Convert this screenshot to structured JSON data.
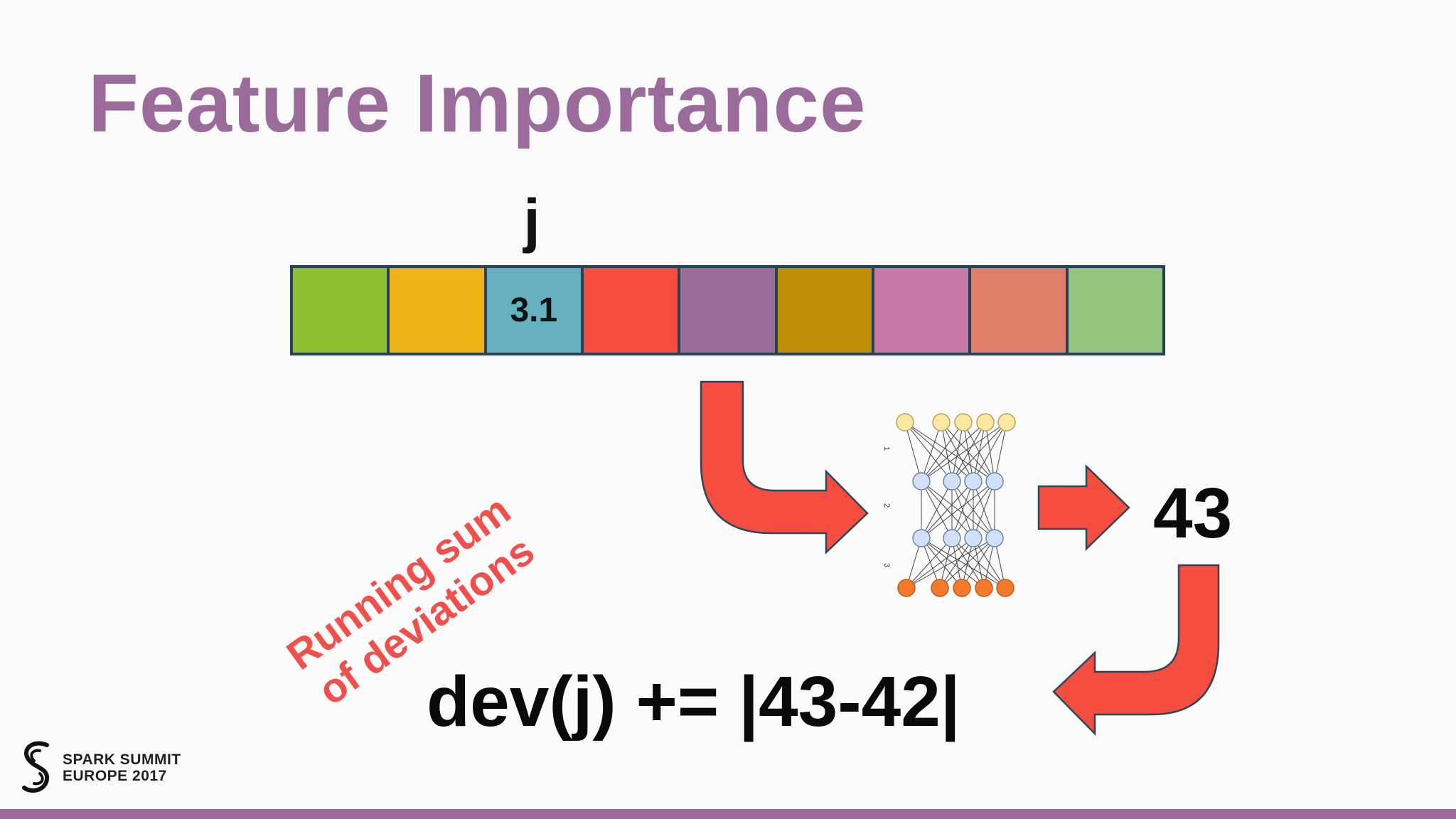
{
  "title": "Feature Importance",
  "feature_vector": {
    "index_label": "j",
    "highlighted_value": "3.1",
    "cells": [
      {
        "color": "#8cc032",
        "label": ""
      },
      {
        "color": "#eeb117",
        "label": ""
      },
      {
        "color": "#65b0bf",
        "label": "3.1"
      },
      {
        "color": "#f54d40",
        "label": ""
      },
      {
        "color": "#9b6b98",
        "label": ""
      },
      {
        "color": "#be8e05",
        "label": ""
      },
      {
        "color": "#c679a5",
        "label": ""
      },
      {
        "color": "#df7f6b",
        "label": ""
      },
      {
        "color": "#94c580",
        "label": ""
      }
    ]
  },
  "network": {
    "layers": [
      {
        "color": "#fbe9a1",
        "stroke": "#b8a060"
      },
      {
        "color": "#cfe0f7",
        "stroke": "#6a85ad"
      },
      {
        "color": "#cfe0f7",
        "stroke": "#6a85ad"
      },
      {
        "color": "#f27c2c",
        "stroke": "#c45a15"
      }
    ],
    "layer_markers": [
      "1",
      "2",
      "3"
    ]
  },
  "prediction": "43",
  "note": "Running sum of deviations",
  "formula": "dev(j) += |43-42|",
  "logo": {
    "line1": "SPARK SUMMIT",
    "line2": "EUROPE 2017"
  },
  "colors": {
    "accent": "#9a6b9b",
    "arrow": "#f54d40",
    "arrow_stroke": "#2e4659"
  }
}
